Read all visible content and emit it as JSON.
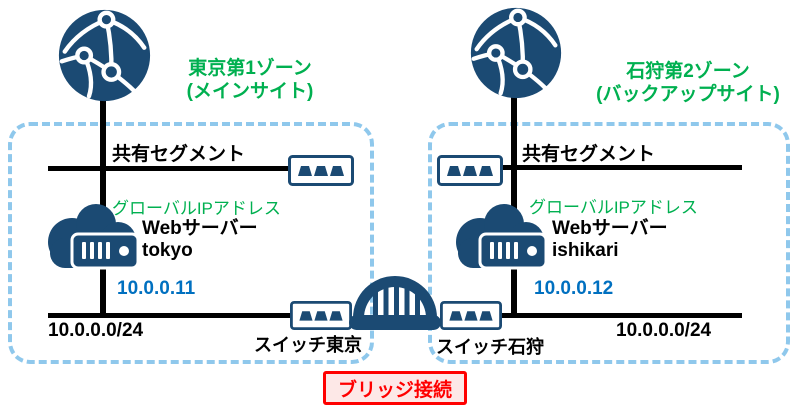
{
  "colors": {
    "icon_navy": "#1B4A73",
    "zone_title_green": "#00B050",
    "ip_blue": "#0070C0",
    "zone_border_dash_blue": "#8FC8EC",
    "bridge_callout_red": "#FF0000",
    "bridge_callout_bg": "#FDE8E7",
    "connector_black": "#000000"
  },
  "zones": [
    {
      "id": "tokyo",
      "title_line1": "東京第1ゾーン",
      "title_line2": "(メインサイト)",
      "shared_segment_label": "共有セグメント",
      "global_ip_label": "グローバルIPアドレス",
      "server_label_line1": "Webサーバー",
      "server_label_line2": "tokyo",
      "server_ip": "10.0.0.11",
      "lan_cidr": "10.0.0.0/24",
      "switch_label": "スイッチ東京"
    },
    {
      "id": "ishikari",
      "title_line1": "石狩第2ゾーン",
      "title_line2": "(バックアップサイト)",
      "shared_segment_label": "共有セグメント",
      "global_ip_label": "グローバルIPアドレス",
      "server_label_line1": "Webサーバー",
      "server_label_line2": "ishikari",
      "server_ip": "10.0.0.12",
      "lan_cidr": "10.0.0.0/24",
      "switch_label": "スイッチ石狩"
    }
  ],
  "bridge": {
    "label": "ブリッジ接続"
  },
  "icons": {
    "globe": "internet-globe",
    "cloud_server": "cloud-web-server",
    "switch": "network-switch",
    "bridge": "bridge"
  }
}
